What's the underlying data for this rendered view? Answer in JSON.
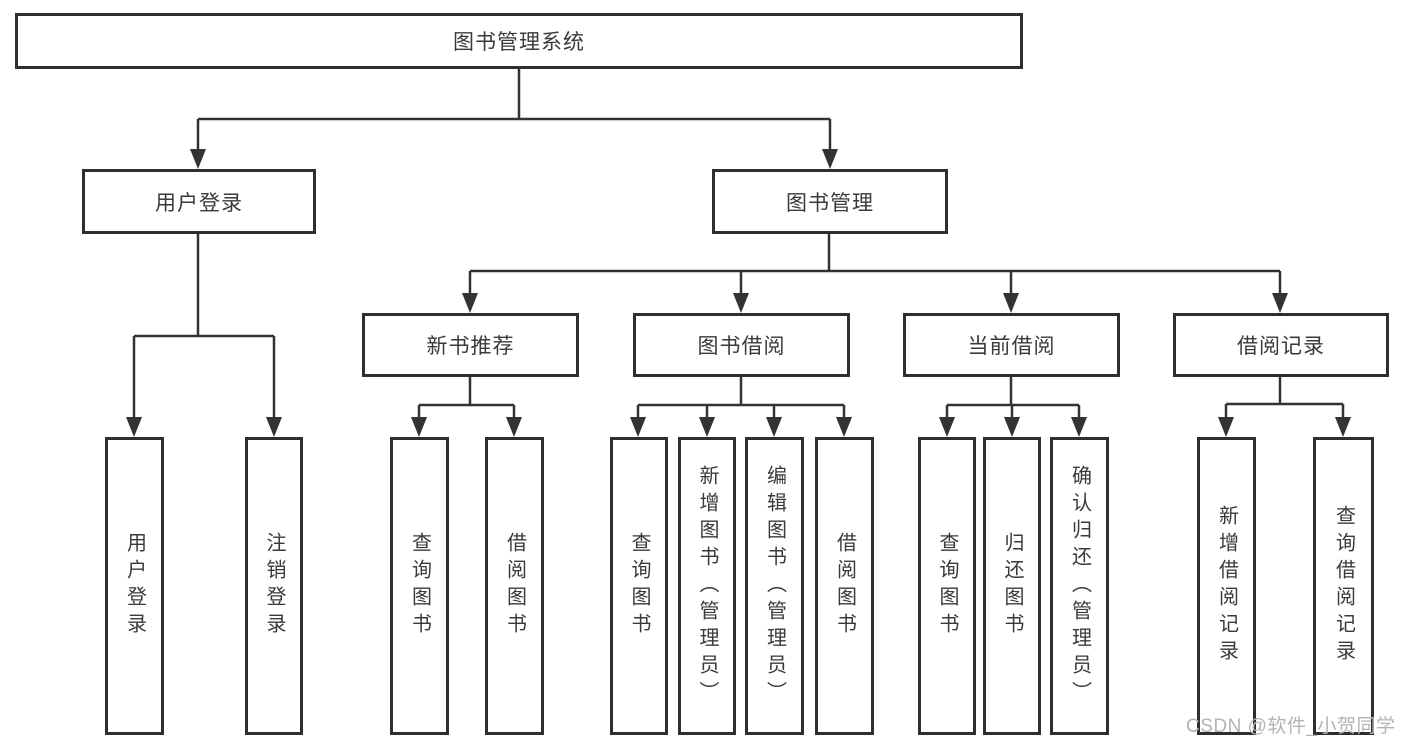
{
  "tree": {
    "root": {
      "label": "图书管理系统"
    },
    "branches": [
      {
        "label": "用户登录",
        "children": [
          "用户登录",
          "注销登录"
        ]
      },
      {
        "label": "图书管理",
        "groups": [
          {
            "label": "新书推荐",
            "children": [
              "查询图书",
              "借阅图书"
            ]
          },
          {
            "label": "图书借阅",
            "children": [
              "查询图书",
              "新增图书（管理员）",
              "编辑图书（管理员）",
              "借阅图书"
            ]
          },
          {
            "label": "当前借阅",
            "children": [
              "查询图书",
              "归还图书",
              "确认归还（管理员）"
            ]
          },
          {
            "label": "借阅记录",
            "children": [
              "新增借阅记录",
              "查询借阅记录"
            ]
          }
        ]
      }
    ]
  },
  "watermark": "CSDN @软件_小贺同学",
  "colors": {
    "line": "#333333",
    "box_border": "#2e2e2e",
    "text": "#3a3a3a",
    "watermark": "#b3b3b3",
    "background": "#ffffff"
  }
}
